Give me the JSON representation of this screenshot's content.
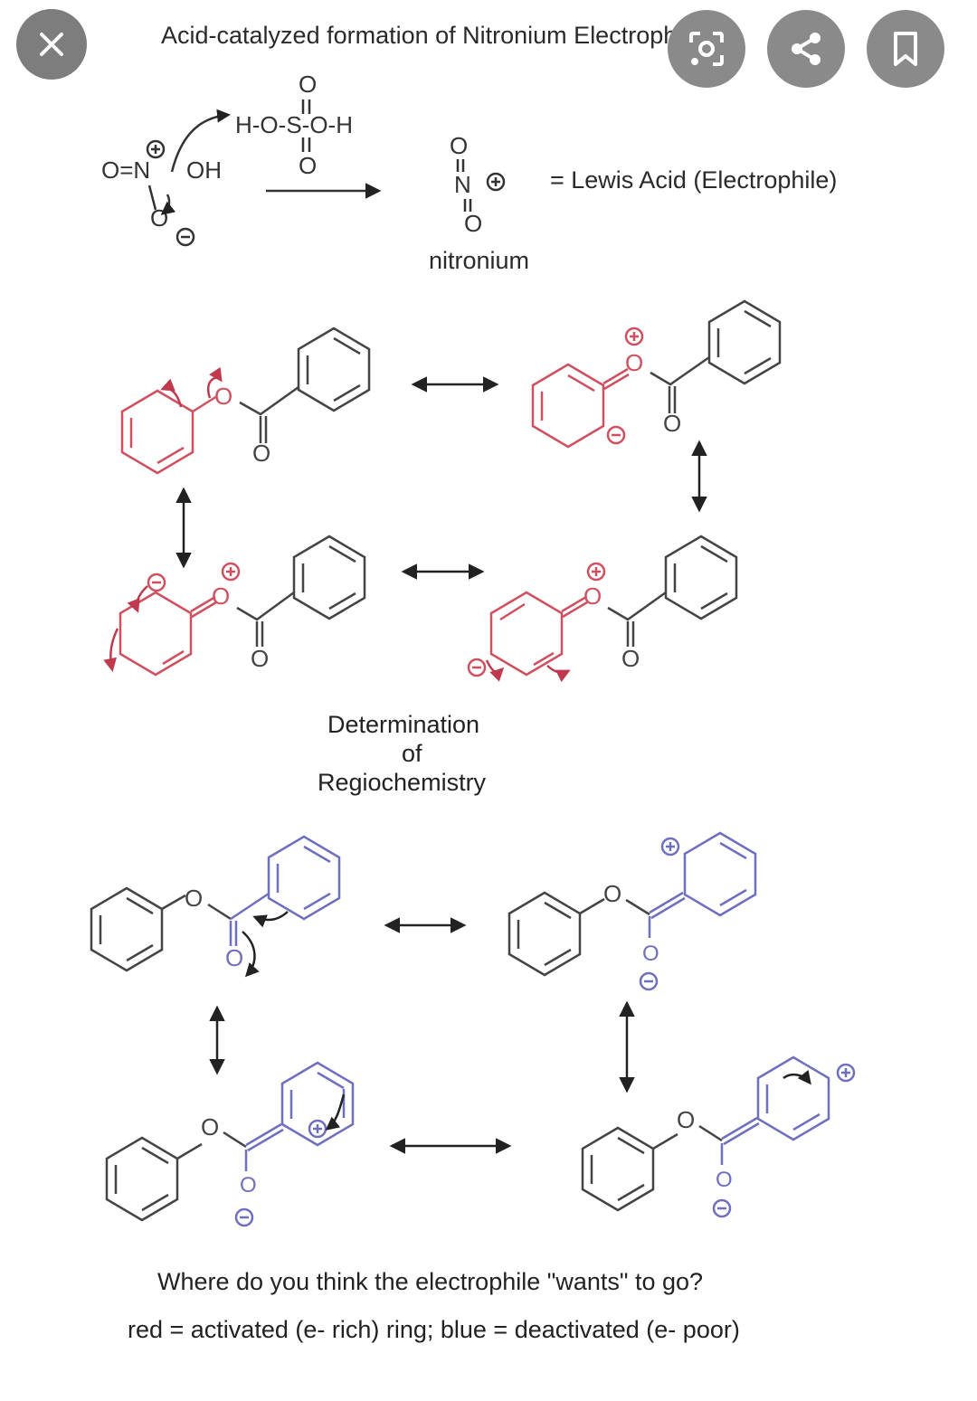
{
  "title": "Acid-catalyzed formation of Nitronium Electrophile",
  "reagent": "H-O-S-O-H",
  "reactant_oh": "OH",
  "lewis_acid": "= Lewis Acid (Electrophile)",
  "product_label": "nitronium",
  "section_label": [
    "Determination",
    "of",
    "Regiochemistry"
  ],
  "question": "Where do you think the electrophile \"wants\" to go?",
  "legend": "red = activated (e- rich) ring; blue = deactivated (e- poor)",
  "colors": {
    "activated": "#d0505f",
    "deactivated": "#6f6fc0",
    "ink": "#333333",
    "overlay": "#8a8a8a"
  },
  "controls": {
    "close": "close-icon",
    "lens": "lens-icon",
    "share": "share-icon",
    "bookmark": "bookmark-icon"
  }
}
